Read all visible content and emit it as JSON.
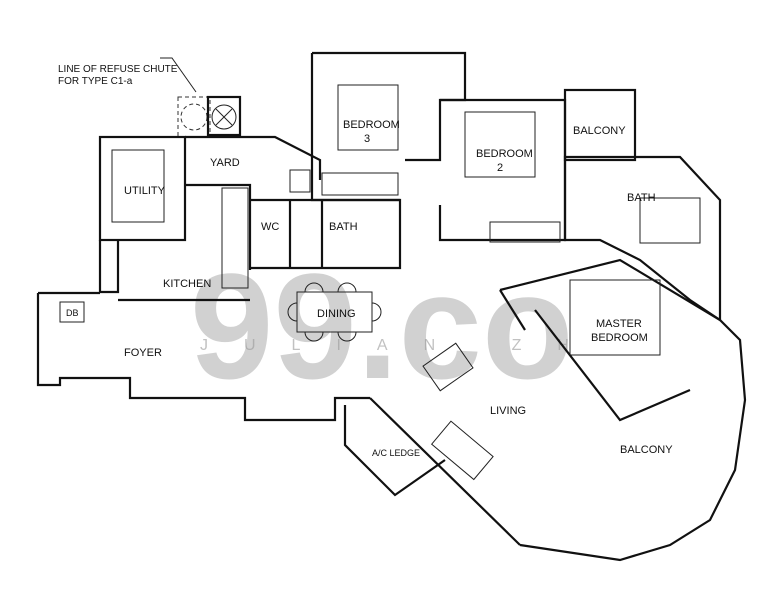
{
  "note": {
    "line1": "LINE OF REFUSE CHUTE",
    "line2": "FOR TYPE C1-a"
  },
  "rooms": {
    "yard": "YARD",
    "utility": "UTILITY",
    "bedroom3": "BEDROOM",
    "bedroom3_num": "3",
    "bedroom2": "BEDROOM",
    "bedroom2_num": "2",
    "balcony_top": "BALCONY",
    "bath_master": "BATH",
    "wc": "WC",
    "bath_common": "BATH",
    "kitchen": "KITCHEN",
    "dining": "DINING",
    "db": "DB",
    "foyer": "FOYER",
    "master": "MASTER",
    "master2": "BEDROOM",
    "living": "LIVING",
    "ac_ledge": "A/C LEDGE",
    "balcony_main": "BALCONY"
  },
  "watermark": {
    "brand": "99.co",
    "agent": "JULIAN ZH"
  }
}
